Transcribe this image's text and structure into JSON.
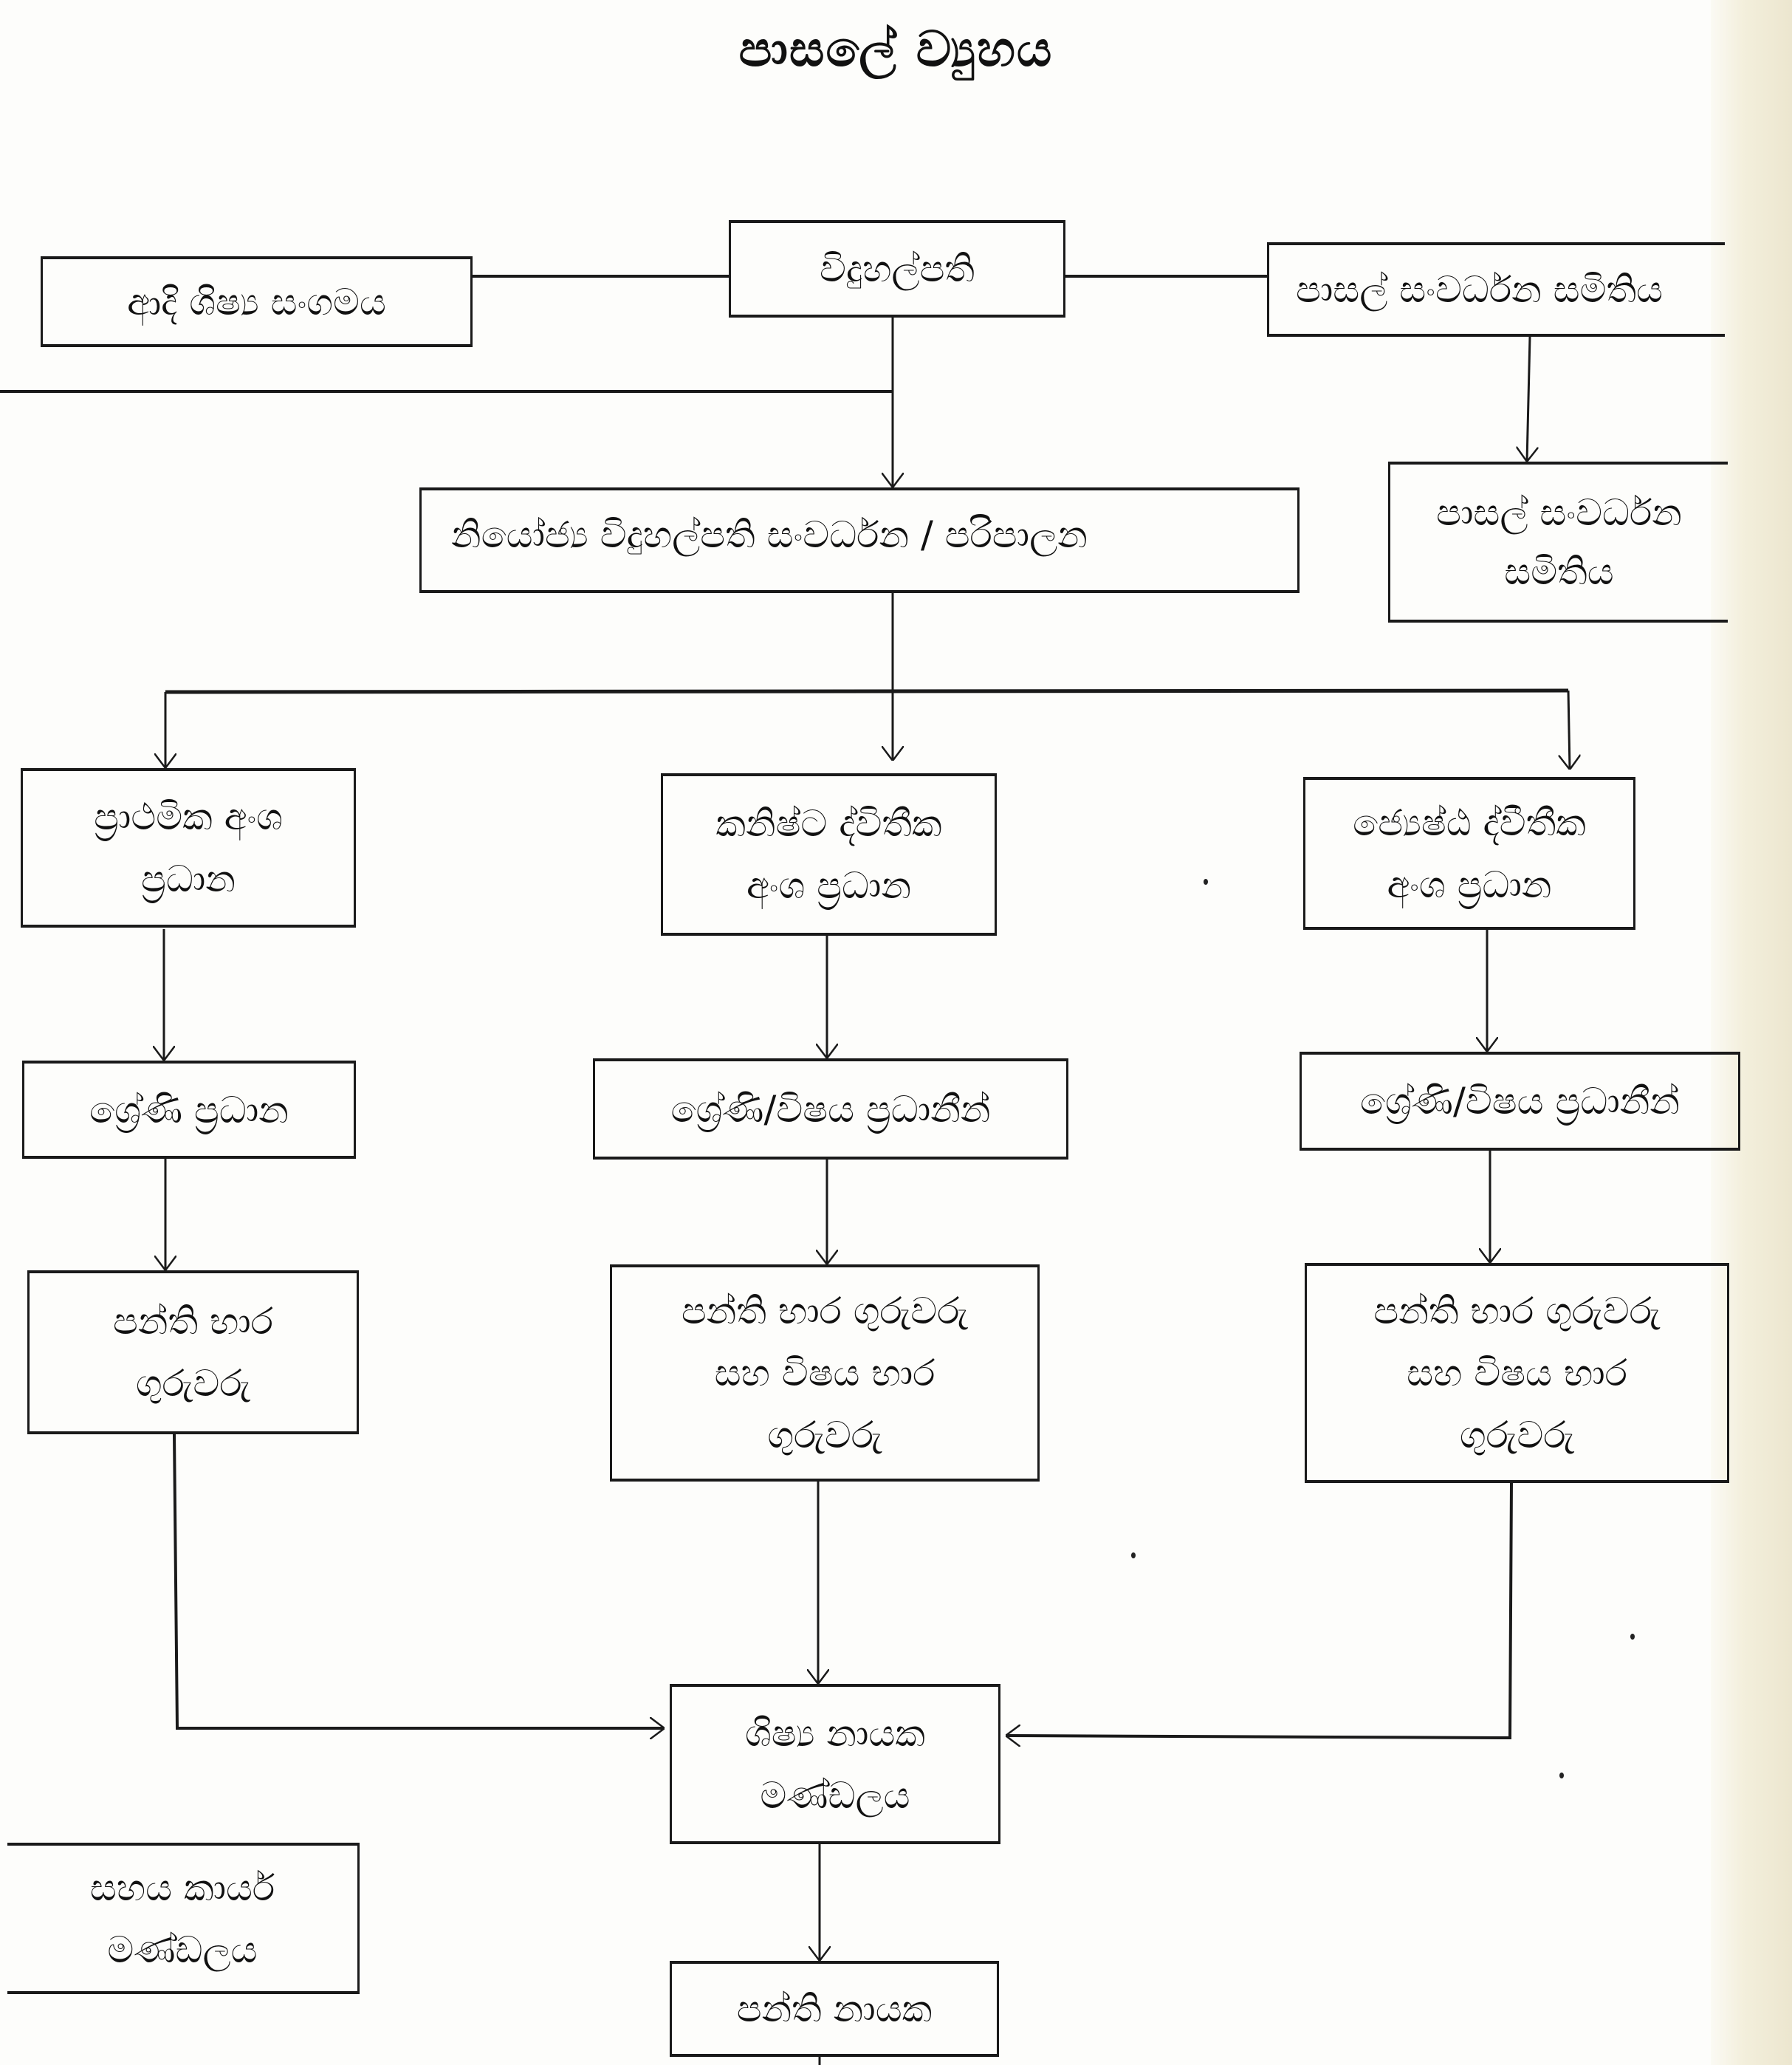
{
  "title": "පාසලේ ව්‍යුහය",
  "nodes": {
    "past_pupils": "ආදි ශිෂ්‍ය සංගමය",
    "principal": "විදුහල්පති",
    "sdc_top": "පාසල් සංවර්ධන සමිතිය",
    "sdc_sub": "පාසල් සංවර්ධන\nසමිතිය",
    "deputy": "නියෝජ්‍ය විදුහල්පති සංවර්ධන / පරිපාලන",
    "primary_head": "ප්‍රාථමික අංශ\nප්‍රධාන",
    "junior_sec_head": "කනිෂ්ට ද්විතීක\nඅංශ ප්‍රධාන",
    "senior_sec_head": "ජ්‍යෙෂ්ඨ ද්වීතීක\nඅංශ ප්‍රධාන",
    "grade_head": "ශ්‍රේණි ප්‍රධාන",
    "grade_subject_heads_mid": "ශ්‍රේණි/විෂය  ප්‍රධානීන්",
    "grade_subject_heads_right": "ශ්‍රේණි/විෂය  ප්‍රධානීන්",
    "class_teachers": "පන්ති භාර\nගුරුවරු",
    "class_subject_teachers_mid": "පන්ති භාර ගුරුවරු\nසහ විෂය භාර\nගුරුවරු",
    "class_subject_teachers_right": "පන්ති භාර ගුරුවරු\nසහ විෂය භාර\nගුරුවරු",
    "prefects_board": "ශිෂ්‍ය නායක\nමණ්ඩලය",
    "support_staff": "සහය කාර්ය\nමණ්ඩලය",
    "class_monitors": "පන්ති නායක"
  },
  "edges": [
    {
      "from": "past_pupils",
      "to": "principal",
      "type": "line"
    },
    {
      "from": "principal",
      "to": "sdc_top",
      "type": "line"
    },
    {
      "from": "sdc_top",
      "to": "sdc_sub",
      "type": "arrow"
    },
    {
      "from": "principal",
      "to": "deputy",
      "type": "arrow"
    },
    {
      "from": "deputy",
      "to": "primary_head",
      "type": "arrow"
    },
    {
      "from": "deputy",
      "to": "junior_sec_head",
      "type": "arrow"
    },
    {
      "from": "deputy",
      "to": "senior_sec_head",
      "type": "arrow"
    },
    {
      "from": "primary_head",
      "to": "grade_head",
      "type": "arrow"
    },
    {
      "from": "junior_sec_head",
      "to": "grade_subject_heads_mid",
      "type": "arrow"
    },
    {
      "from": "senior_sec_head",
      "to": "grade_subject_heads_right",
      "type": "arrow"
    },
    {
      "from": "grade_head",
      "to": "class_teachers",
      "type": "arrow"
    },
    {
      "from": "grade_subject_heads_mid",
      "to": "class_subject_teachers_mid",
      "type": "arrow"
    },
    {
      "from": "grade_subject_heads_right",
      "to": "class_subject_teachers_right",
      "type": "arrow"
    },
    {
      "from": "class_teachers",
      "to": "prefects_board",
      "type": "arrow"
    },
    {
      "from": "class_subject_teachers_mid",
      "to": "prefects_board",
      "type": "arrow"
    },
    {
      "from": "class_subject_teachers_right",
      "to": "prefects_board",
      "type": "arrow"
    },
    {
      "from": "prefects_board",
      "to": "class_monitors",
      "type": "arrow"
    }
  ]
}
